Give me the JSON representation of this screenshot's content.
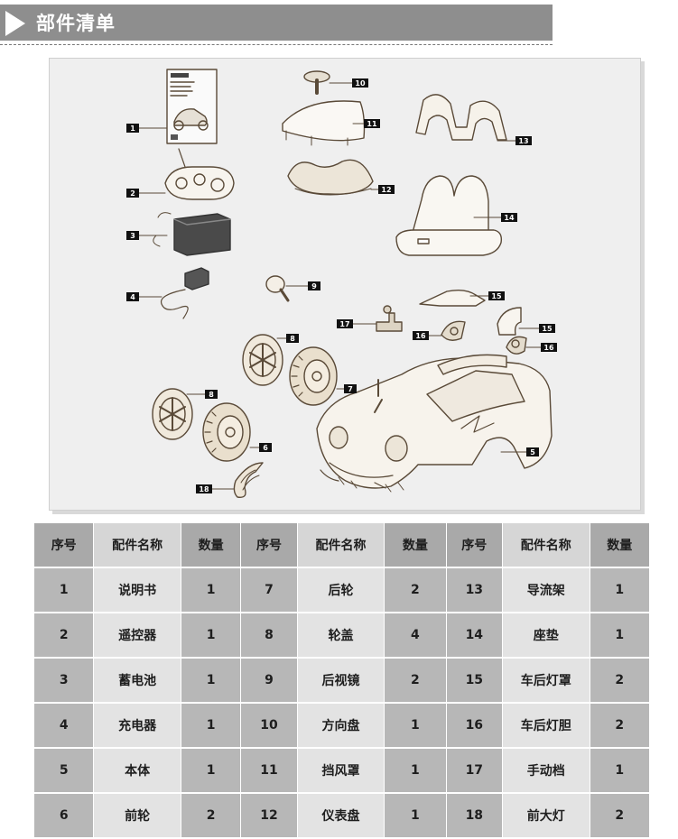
{
  "header": {
    "title": "部件清单"
  },
  "figure": {
    "labels": [
      "1",
      "2",
      "3",
      "4",
      "5",
      "6",
      "7",
      "8",
      "8",
      "9",
      "10",
      "11",
      "12",
      "13",
      "14",
      "15",
      "15",
      "16",
      "16",
      "17",
      "18"
    ]
  },
  "table": {
    "headers": [
      "序号",
      "配件名称",
      "数量",
      "序号",
      "配件名称",
      "数量",
      "序号",
      "配件名称",
      "数量"
    ],
    "rows": [
      [
        "1",
        "说明书",
        "1",
        "7",
        "后轮",
        "2",
        "13",
        "导流架",
        "1"
      ],
      [
        "2",
        "遥控器",
        "1",
        "8",
        "轮盖",
        "4",
        "14",
        "座垫",
        "1"
      ],
      [
        "3",
        "蓄电池",
        "1",
        "9",
        "后视镜",
        "2",
        "15",
        "车后灯罩",
        "2"
      ],
      [
        "4",
        "充电器",
        "1",
        "10",
        "方向盘",
        "1",
        "16",
        "车后灯胆",
        "2"
      ],
      [
        "5",
        "本体",
        "1",
        "11",
        "挡风罩",
        "1",
        "17",
        "手动档",
        "1"
      ],
      [
        "6",
        "前轮",
        "2",
        "12",
        "仪表盘",
        "1",
        "18",
        "前大灯",
        "2"
      ]
    ]
  }
}
